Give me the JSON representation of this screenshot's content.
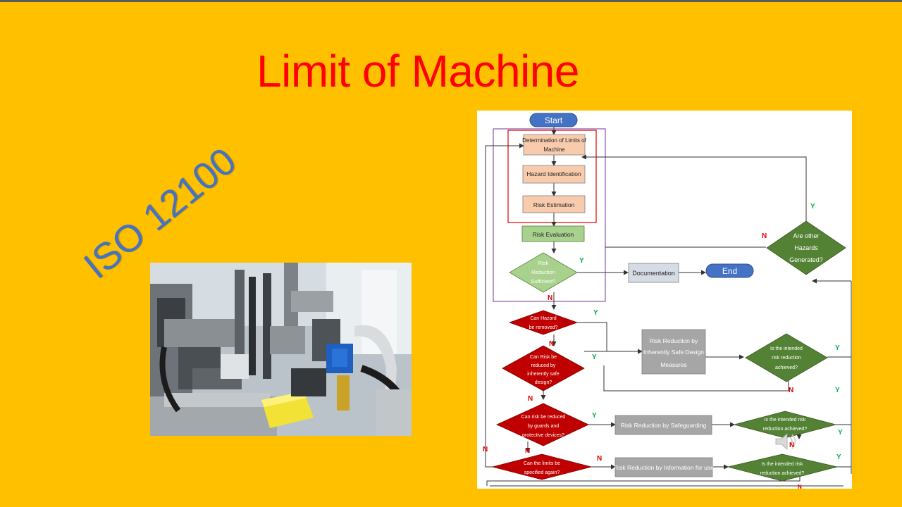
{
  "slide": {
    "title": "Limit of Machine",
    "standard": "ISO 12100"
  },
  "colors": {
    "background": "#FFC000",
    "title": "#FF0000",
    "standard": "#4472C4",
    "terminal": "#4472C4",
    "process_peach": "#F8CBAD",
    "process_green": "#A9D18E",
    "decision_light_green": "#A9D18E",
    "decision_red": "#C00000",
    "decision_green": "#548235",
    "process_gray": "#A6A6A6",
    "documentation": "#D6DCE5"
  },
  "photo": {
    "icon": "machine-photo"
  },
  "flowchart": {
    "start": "Start",
    "end": "End",
    "steps": {
      "determination_l1": "Determination of Limits of",
      "determination_l2": "Machine",
      "hazard_identification": "Hazard Identification",
      "risk_estimation": "Risk Estimation",
      "risk_evaluation": "Risk Evaluation",
      "documentation": "Documentation",
      "inherently_l1": "Risk Reduction by",
      "inherently_l2": "Inherently Safe Design",
      "inherently_l3": "Measures",
      "safeguarding": "Risk Reduction by Safeguarding",
      "information": "Risk Reduction by Information for use"
    },
    "decisions": {
      "risk_sufficient": [
        "Risk",
        "Reduction",
        "Sufficient?"
      ],
      "other_hazards": [
        "Are other",
        "Hazards",
        "Generated?"
      ],
      "hazard_removed": [
        "Can Hazard",
        "be removed?"
      ],
      "reduced_inherently": [
        "Can Risk be",
        "reduced by",
        "inherently safe",
        "design?"
      ],
      "achieved_1": [
        "Is the intended",
        "risk reduction",
        "achieved?"
      ],
      "reduced_guards": [
        "Can risk be reduced",
        "by guards and",
        "protective devices?"
      ],
      "achieved_2": [
        "Is the intended risk",
        "reduction achieved?"
      ],
      "limits_again": [
        "Can the limits be",
        "specified again?"
      ],
      "achieved_3": [
        "Is the intended risk",
        "reduction achieved?"
      ]
    },
    "labels": {
      "yes": "Y",
      "no": "N"
    },
    "speaker_icon": "speaker-icon"
  }
}
